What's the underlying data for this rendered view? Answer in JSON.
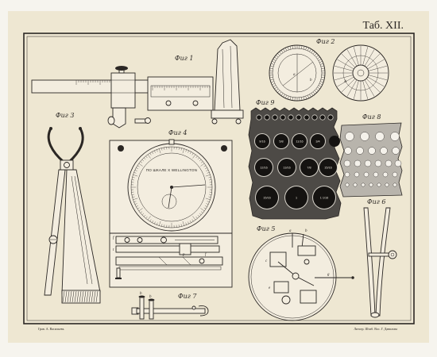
{
  "plate": {
    "title": "Таб. XII."
  },
  "fig1": {
    "label": "Фиг 1"
  },
  "fig2": {
    "label": "Фиг 2",
    "letters": [
      "a",
      "b",
      "A"
    ]
  },
  "fig3": {
    "label": "Фиг 3"
  },
  "fig4": {
    "label": "Фиг 4",
    "dial_text": "ПО ШКАЛЕ Х WELLINGTON",
    "letters": [
      "f",
      "t",
      "p",
      "f"
    ]
  },
  "fig5": {
    "label": "Фиг 5",
    "letters": [
      "a",
      "b",
      "c",
      "e",
      "g"
    ]
  },
  "fig6": {
    "label": "Фиг 6"
  },
  "fig7": {
    "label": "Фиг 7",
    "letters": [
      "b",
      "b"
    ]
  },
  "fig8": {
    "label": "Фиг 8"
  },
  "fig9": {
    "label": "Фиг 9",
    "hole_labels": [
      "9/16",
      "5/8",
      "11/16",
      "3/4",
      "12/16",
      "13/16",
      "7/8",
      "15/16",
      "15/16",
      "1",
      "1 1/16"
    ]
  },
  "credits": {
    "left": "Грав. А. Васильевъ",
    "right": "Литогр. Штаб. Вос. Г. Данилова"
  },
  "colors": {
    "margin": "#f6f4ee",
    "paper": "#eee7d2",
    "ink": "#2b2724",
    "metal": "#f3eddf",
    "plate_dark": "#4d4a46",
    "plate_light": "#b8b4ac",
    "hole_dark": "#151311",
    "hole_light": "#f4f1ea"
  }
}
